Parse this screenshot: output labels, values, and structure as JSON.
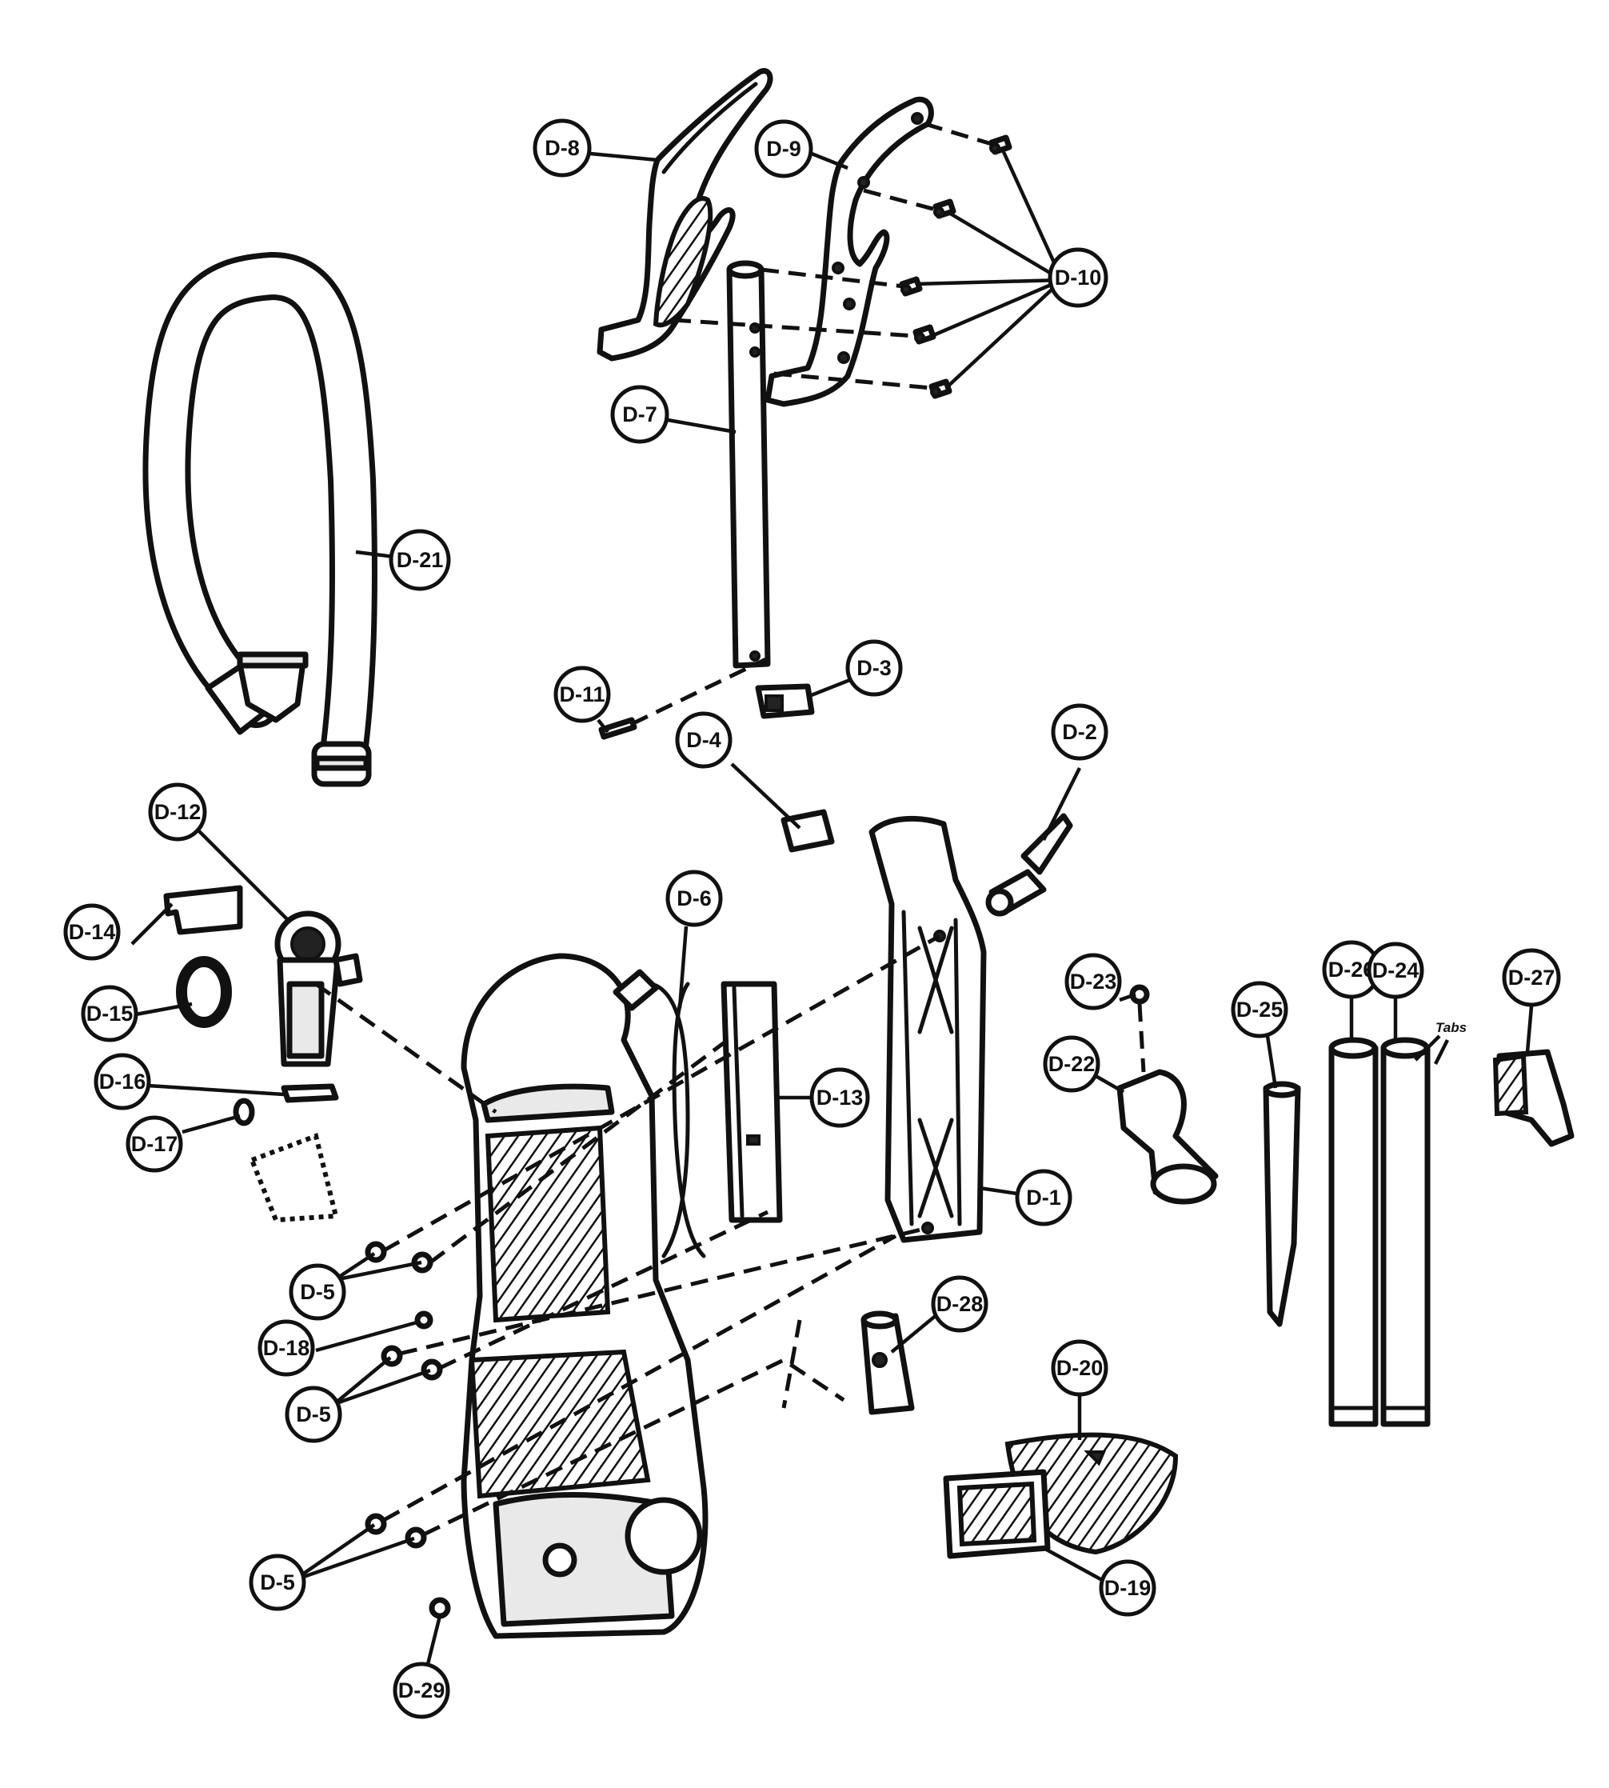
{
  "diagram": {
    "labels": {
      "d1": "D-1",
      "d2": "D-2",
      "d3": "D-3",
      "d4": "D-4",
      "d5": "D-5",
      "d6": "D-6",
      "d7": "D-7",
      "d8": "D-8",
      "d9": "D-9",
      "d10": "D-10",
      "d11": "D-11",
      "d12": "D-12",
      "d13": "D-13",
      "d14": "D-14",
      "d15": "D-15",
      "d16": "D-16",
      "d17": "D-17",
      "d18": "D-18",
      "d19": "D-19",
      "d20": "D-20",
      "d21": "D-21",
      "d22": "D-22",
      "d23": "D-23",
      "d24": "D-24",
      "d25": "D-25",
      "d26": "D-26",
      "d27": "D-27",
      "d28": "D-28",
      "d29": "D-29"
    },
    "notes": {
      "tabs": "Tabs"
    }
  }
}
